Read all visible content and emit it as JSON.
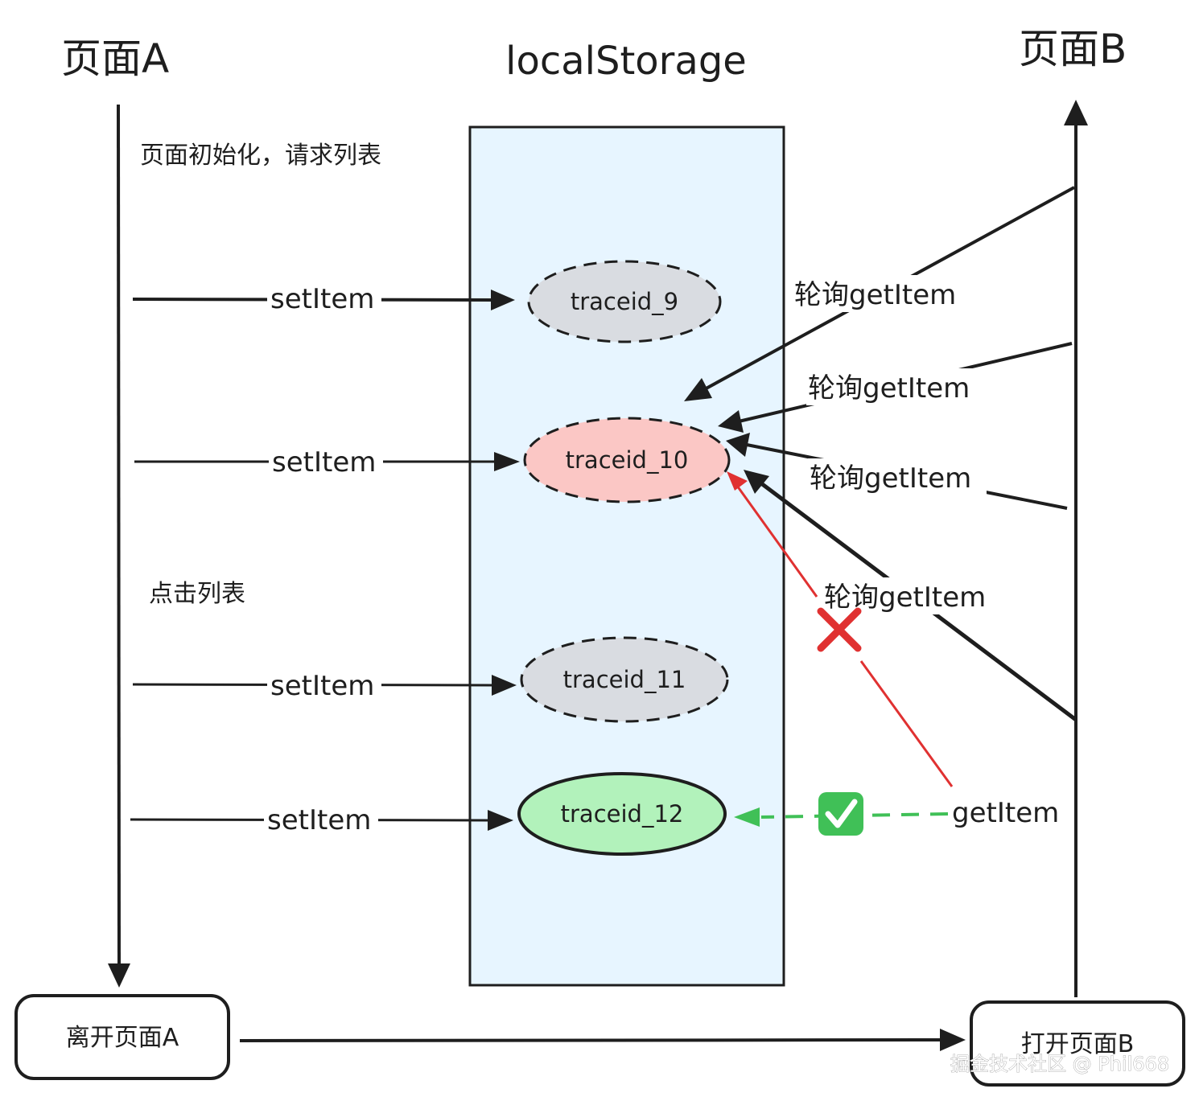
{
  "title_page_a": "页面A",
  "title_storage": "localStorage",
  "title_page_b": "页面B",
  "note_init": "页面初始化，请求列表",
  "note_click": "点击列表",
  "set_item": "setItem",
  "poll_get_item": "轮询getItem",
  "get_item": "getItem",
  "nodes": [
    {
      "label": "traceid_9",
      "fill": "#d9dce1"
    },
    {
      "label": "traceid_10",
      "fill": "#fbc7c5"
    },
    {
      "label": "traceid_11",
      "fill": "#d9dce1"
    },
    {
      "label": "traceid_12",
      "fill": "#b2f2bb"
    }
  ],
  "box_leave_a": "离开页面A",
  "box_open_b": "打开页面B",
  "watermark": "掘金技术社区 @ Phil668",
  "colors": {
    "storage_fill": "#e7f5ff",
    "stroke": "#1e1e1e",
    "fail_red": "#e03131",
    "success_green": "#40c057"
  },
  "icons": {
    "fail": "cross-mark-icon",
    "success": "check-mark-icon"
  }
}
